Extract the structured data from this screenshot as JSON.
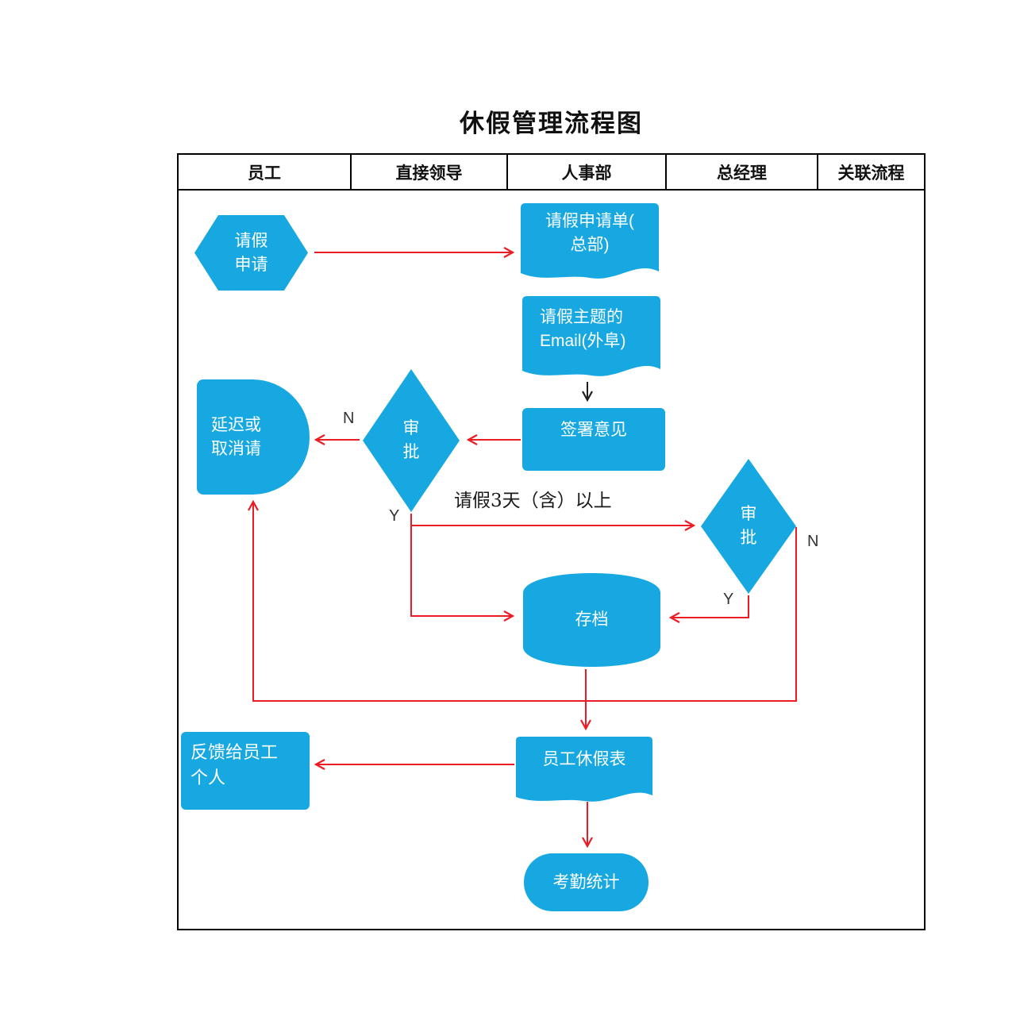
{
  "title": "休假管理流程图",
  "lanes": [
    "员工",
    "直接领导",
    "人事部",
    "总经理",
    "关联流程"
  ],
  "nodes": {
    "leave_request": {
      "label": "请假\n申请",
      "shape": "hexagon"
    },
    "form_hq": {
      "label": "请假申请单(\n总部)",
      "shape": "document"
    },
    "email": {
      "label": "请假主题的\nEmail(外阜)",
      "shape": "document"
    },
    "sign_opinion": {
      "label": "签署意见",
      "shape": "rectangle"
    },
    "approval_leader": {
      "label": "审\n批",
      "shape": "diamond"
    },
    "delay_cancel": {
      "label": "延迟或\n取消请",
      "shape": "delay"
    },
    "approval_gm": {
      "label": "审\n批",
      "shape": "diamond"
    },
    "archive": {
      "label": "存档",
      "shape": "drum"
    },
    "leave_sheet": {
      "label": "员工休假表",
      "shape": "document"
    },
    "feedback": {
      "label": "反馈给员工\n个人",
      "shape": "rectangle"
    },
    "attendance": {
      "label": "考勤统计",
      "shape": "rounded-rectangle"
    }
  },
  "edge_labels": {
    "n_leader": "N",
    "y_leader": "Y",
    "condition": "请假3天（含）以上",
    "y_gm": "Y",
    "n_gm": "N"
  },
  "colors": {
    "shape_fill": "#17a8e2",
    "shape_text": "#ffffff",
    "arrow_red": "#ec1c24",
    "arrow_black": "#1f1f1f",
    "frame_border": "#000000"
  }
}
